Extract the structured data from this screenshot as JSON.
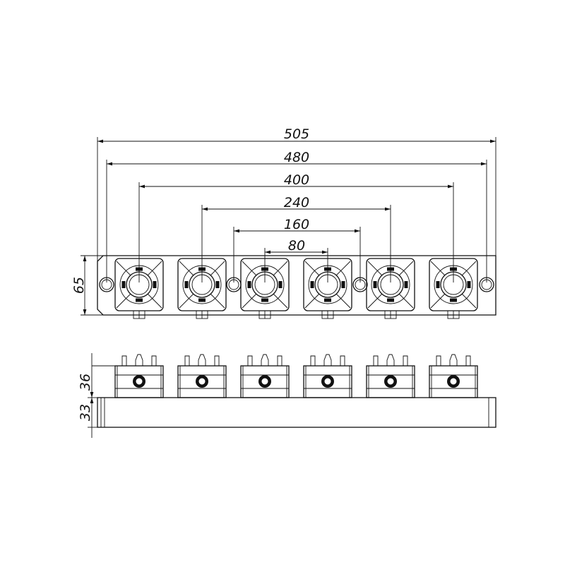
{
  "drawing": {
    "module_count": 6,
    "dimensions": {
      "overall_length": "505",
      "hole_span": "480",
      "outer_chuck_span": "400",
      "inner_chuck_span_2": "240",
      "inner_hole_span": "160",
      "chuck_pitch": "80",
      "plate_width": "65",
      "chuck_height": "36",
      "plate_thickness": "33"
    },
    "line_color": "#111111"
  }
}
